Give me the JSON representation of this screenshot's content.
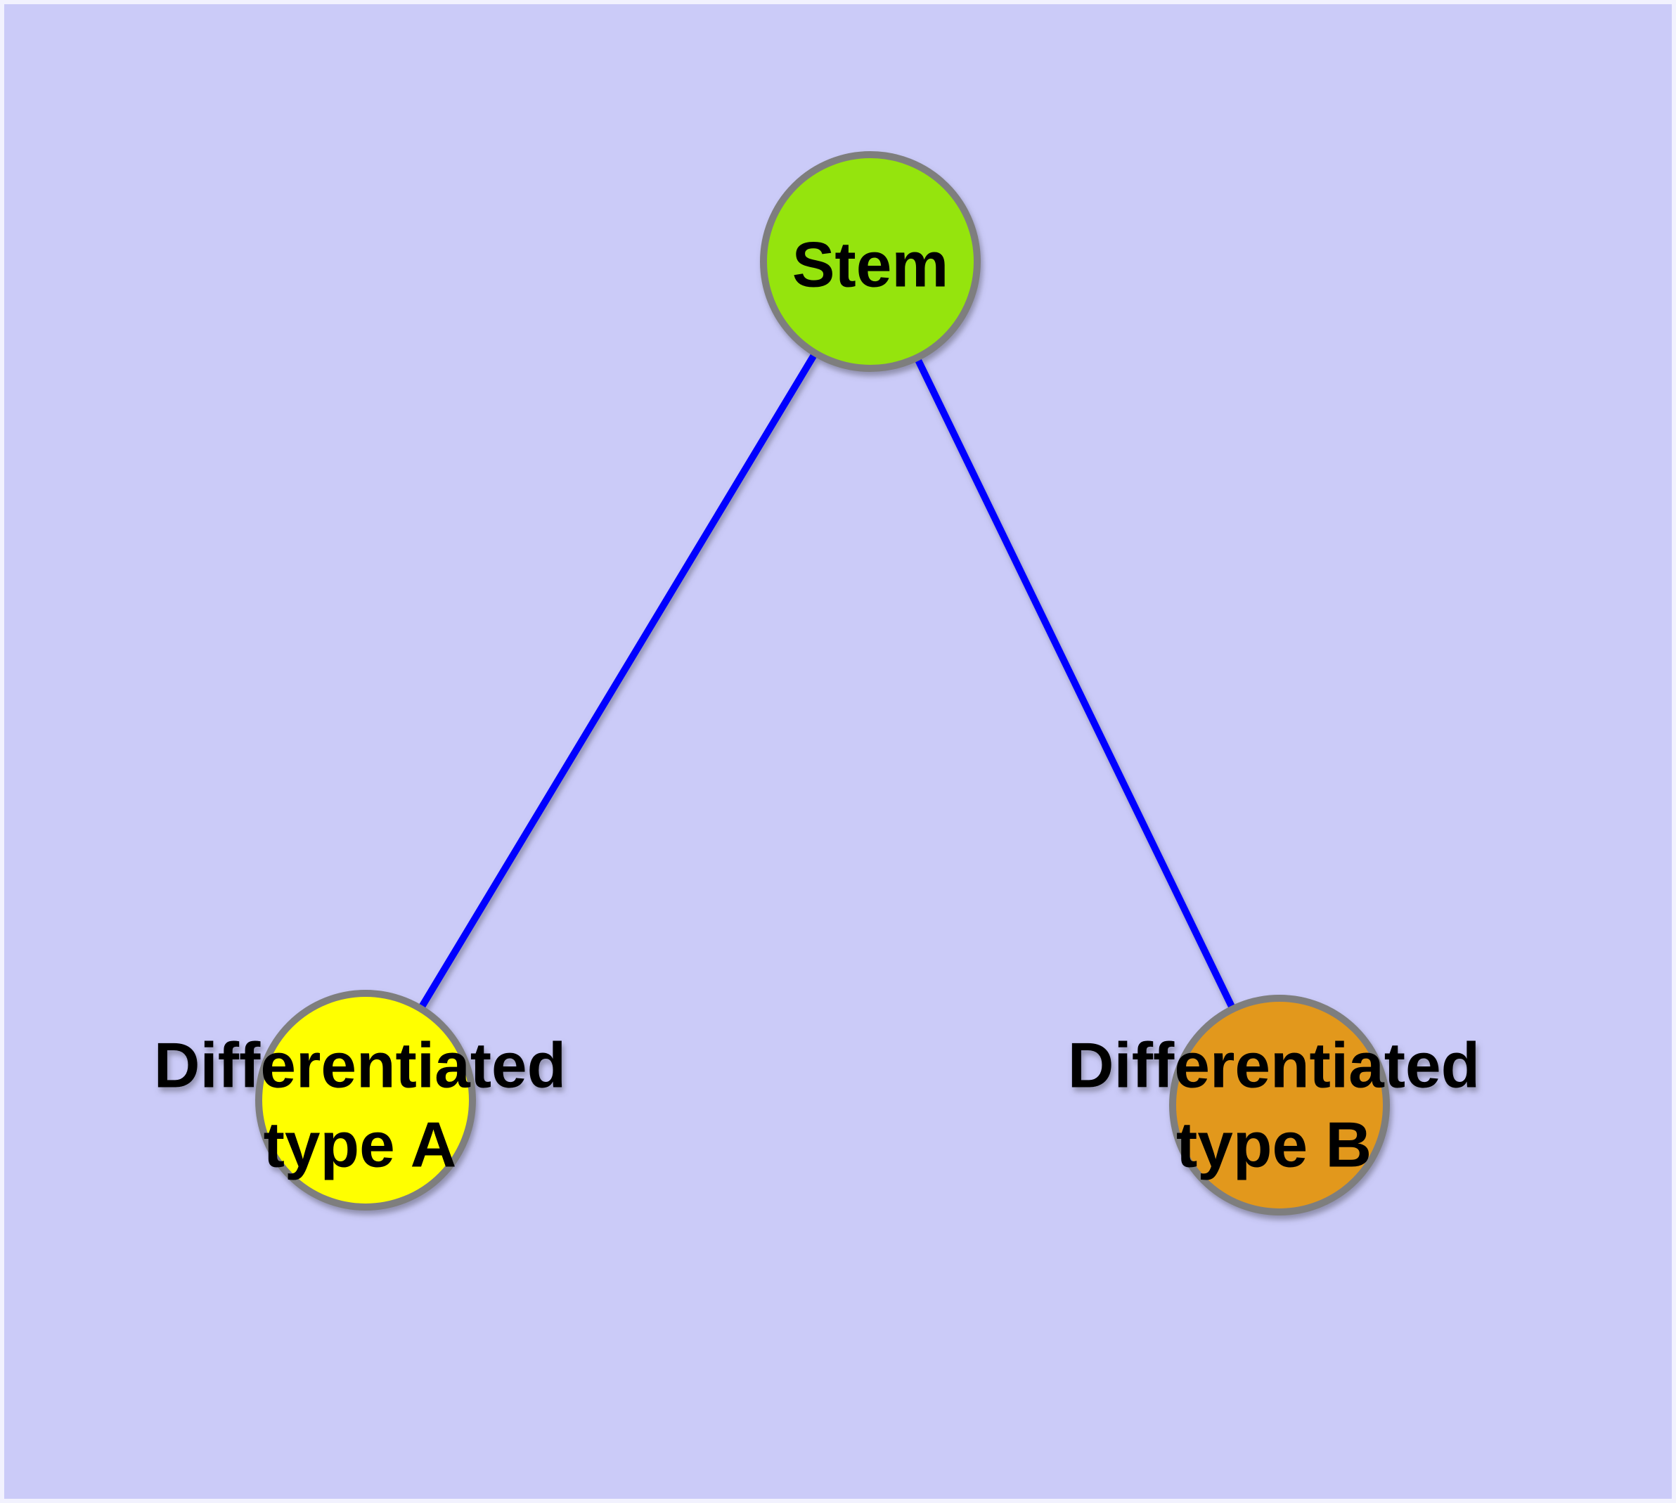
{
  "diagram": {
    "type": "node-link-graph",
    "background_color": "#cbcbf8",
    "frame_color": "#f2f2fe",
    "edge_color": "#0000ff",
    "node_border_color": "#7e7e7e",
    "label_color": "#000000",
    "nodes": [
      {
        "id": "stem",
        "label": "Stem",
        "fill_color": "#95e40c"
      },
      {
        "id": "differentiated-type-a",
        "label": "Differentiated type A",
        "label_lines": [
          "Differentiated",
          "type A"
        ],
        "fill_color": "#ffff00"
      },
      {
        "id": "differentiated-type-b",
        "label": "Differentiated type B",
        "label_lines": [
          "Differentiated",
          "type B"
        ],
        "fill_color": "#e2981f"
      }
    ],
    "edges": [
      {
        "from": "stem",
        "to": "differentiated-type-a"
      },
      {
        "from": "stem",
        "to": "differentiated-type-b"
      }
    ]
  }
}
